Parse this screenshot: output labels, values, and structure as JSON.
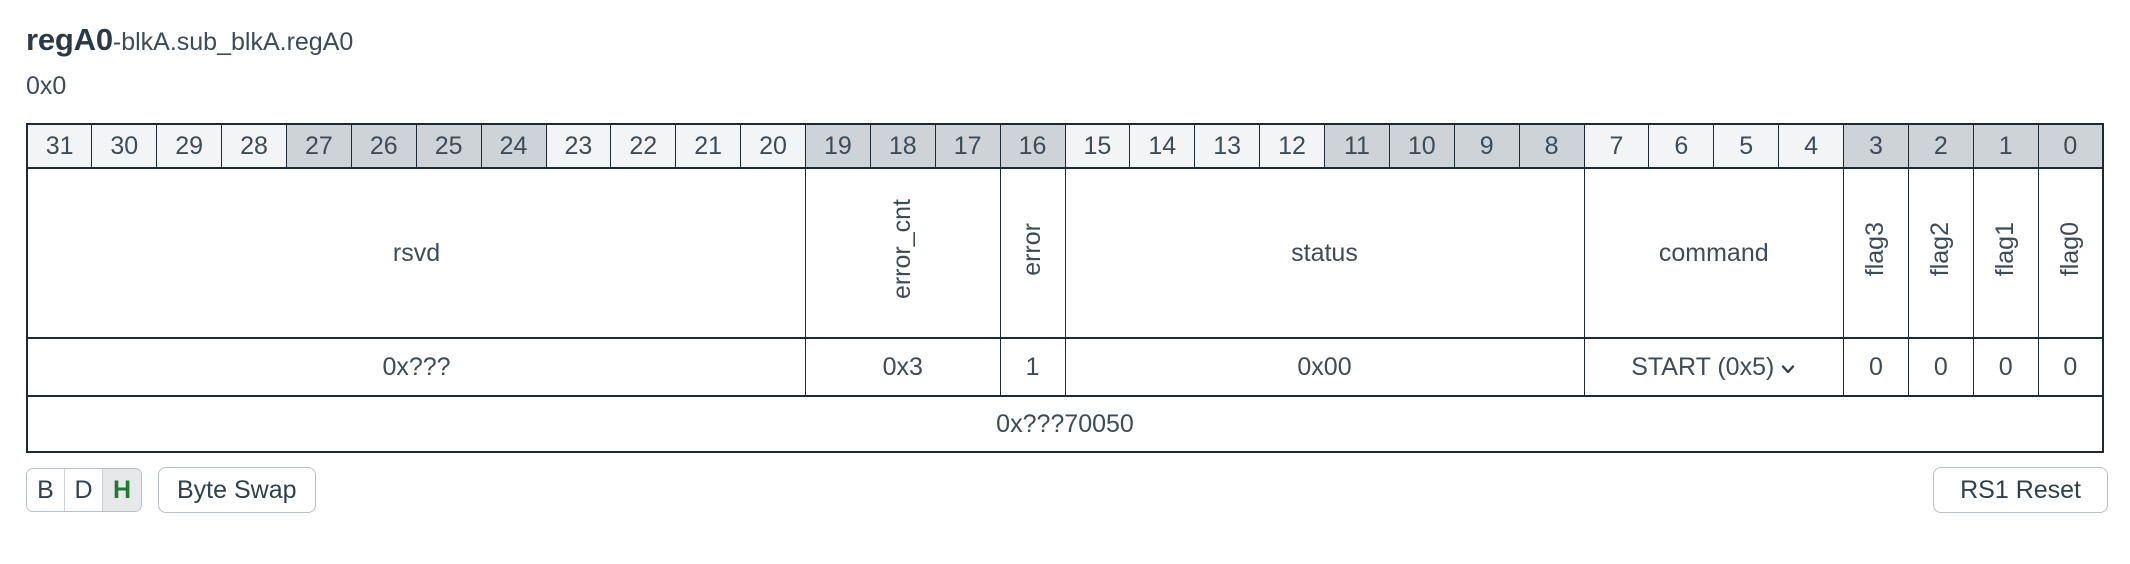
{
  "header": {
    "register_name": "regA0",
    "separator": "-",
    "path": "blkA.sub_blkA.regA0",
    "offset": "0x0"
  },
  "bit_table": {
    "bits": [
      31,
      30,
      29,
      28,
      27,
      26,
      25,
      24,
      23,
      22,
      21,
      20,
      19,
      18,
      17,
      16,
      15,
      14,
      13,
      12,
      11,
      10,
      9,
      8,
      7,
      6,
      5,
      4,
      3,
      2,
      1,
      0
    ],
    "fields": [
      {
        "name": "rsvd",
        "msb": 31,
        "lsb": 20,
        "span": 12,
        "orientation": "horizontal",
        "value": "0x???",
        "control": "text"
      },
      {
        "name": "error_cnt",
        "msb": 19,
        "lsb": 17,
        "span": 3,
        "orientation": "vertical",
        "value": "0x3",
        "control": "text"
      },
      {
        "name": "error",
        "msb": 16,
        "lsb": 16,
        "span": 1,
        "orientation": "vertical",
        "value": "1",
        "control": "text"
      },
      {
        "name": "status",
        "msb": 15,
        "lsb": 8,
        "span": 8,
        "orientation": "horizontal",
        "value": "0x00",
        "control": "text"
      },
      {
        "name": "command",
        "msb": 7,
        "lsb": 4,
        "span": 4,
        "orientation": "horizontal",
        "value": "START (0x5)",
        "control": "select"
      },
      {
        "name": "flag3",
        "msb": 3,
        "lsb": 3,
        "span": 1,
        "orientation": "vertical",
        "value": "0",
        "control": "text"
      },
      {
        "name": "flag2",
        "msb": 2,
        "lsb": 2,
        "span": 1,
        "orientation": "vertical",
        "value": "0",
        "control": "text"
      },
      {
        "name": "flag1",
        "msb": 1,
        "lsb": 1,
        "span": 1,
        "orientation": "vertical",
        "value": "0",
        "control": "text"
      },
      {
        "name": "flag0",
        "msb": 0,
        "lsb": 0,
        "span": 1,
        "orientation": "vertical",
        "value": "0",
        "control": "text"
      }
    ],
    "total_value": "0x???70050"
  },
  "footer": {
    "radix": {
      "options": [
        {
          "label": "B",
          "active": false
        },
        {
          "label": "D",
          "active": false
        },
        {
          "label": "H",
          "active": true
        }
      ]
    },
    "byte_swap_label": "Byte Swap",
    "reset_label": "RS1 Reset"
  },
  "colors": {
    "text": "#3c4c59",
    "border": "#1c2b36",
    "header_light": "#f2f4f6",
    "header_dark": "#ced3d8",
    "active_radix_text": "#1f7a35",
    "active_radix_bg": "#e6e8ea"
  },
  "icons": {
    "chevron_down": "chevron-down-icon"
  }
}
